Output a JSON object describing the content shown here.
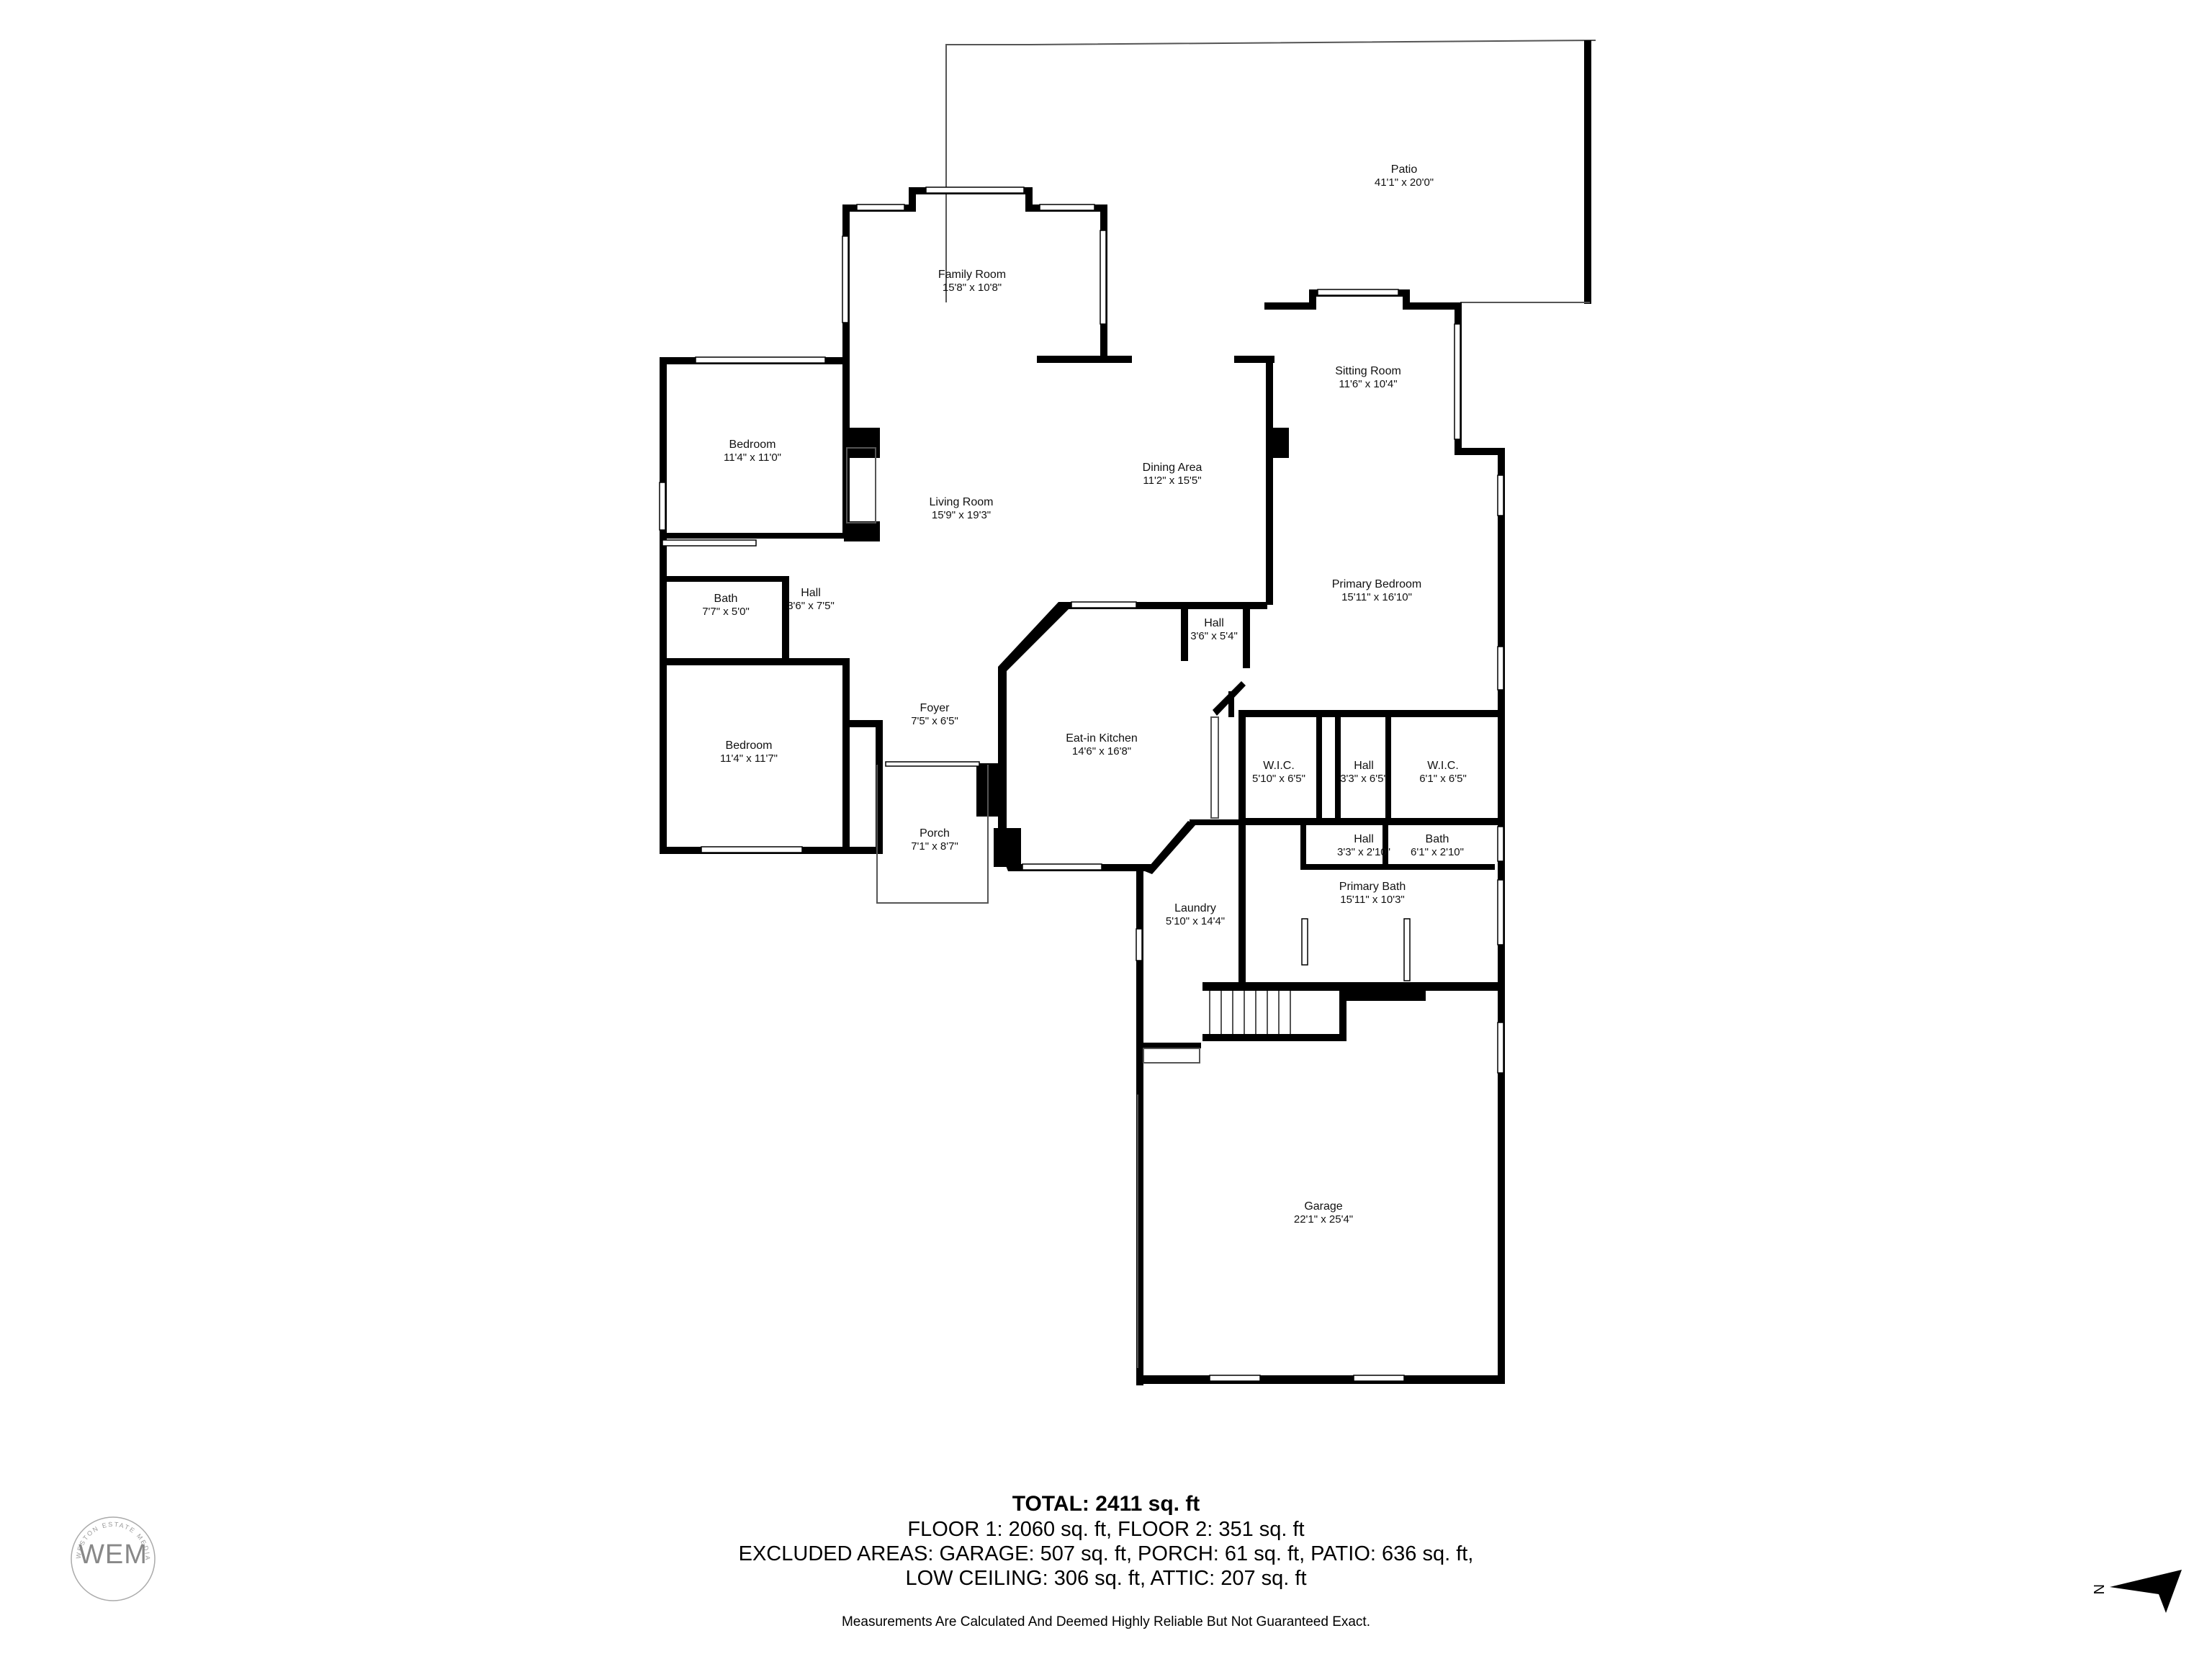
{
  "rooms": {
    "patio": {
      "name": "Patio",
      "dim": "41'1\" x 20'0\""
    },
    "family_room": {
      "name": "Family Room",
      "dim": "15'8\" x 10'8\""
    },
    "sitting_room": {
      "name": "Sitting Room",
      "dim": "11'6\" x 10'4\""
    },
    "bedroom_top": {
      "name": "Bedroom",
      "dim": "11'4\" x 11'0\""
    },
    "living_room": {
      "name": "Living Room",
      "dim": "15'9\" x 19'3\""
    },
    "dining_area": {
      "name": "Dining Area",
      "dim": "11'2\" x 15'5\""
    },
    "primary_bedroom": {
      "name": "Primary Bedroom",
      "dim": "15'11\" x 16'10\""
    },
    "bath_left": {
      "name": "Bath",
      "dim": "7'7\" x 5'0\""
    },
    "hall_left": {
      "name": "Hall",
      "dim": "3'6\" x 7'5\""
    },
    "hall_kitchen": {
      "name": "Hall",
      "dim": "3'6\" x 5'4\""
    },
    "foyer": {
      "name": "Foyer",
      "dim": "7'5\" x 6'5\""
    },
    "eatin_kitchen": {
      "name": "Eat-in Kitchen",
      "dim": "14'6\" x 16'8\""
    },
    "bedroom_bottom": {
      "name": "Bedroom",
      "dim": "11'4\" x 11'7\""
    },
    "wic_left": {
      "name": "W.I.C.",
      "dim": "5'10\" x 6'5\""
    },
    "hall_wic": {
      "name": "Hall",
      "dim": "3'3\" x 6'5\""
    },
    "wic_right": {
      "name": "W.I.C.",
      "dim": "6'1\" x 6'5\""
    },
    "porch": {
      "name": "Porch",
      "dim": "7'1\" x 8'7\""
    },
    "hall_bath": {
      "name": "Hall",
      "dim": "3'3\" x 2'10\""
    },
    "bath_right": {
      "name": "Bath",
      "dim": "6'1\" x 2'10\""
    },
    "primary_bath": {
      "name": "Primary Bath",
      "dim": "15'11\" x 10'3\""
    },
    "laundry": {
      "name": "Laundry",
      "dim": "5'10\" x 14'4\""
    },
    "garage": {
      "name": "Garage",
      "dim": "22'1\" x 25'4\""
    }
  },
  "summary": {
    "total": "TOTAL: 2411 sq. ft",
    "line1": "FLOOR 1: 2060 sq. ft, FLOOR 2: 351 sq. ft",
    "line2": "EXCLUDED AREAS: GARAGE: 507 sq. ft, PORCH: 61 sq. ft, PATIO: 636 sq. ft,",
    "line3": "LOW CEILING: 306 sq. ft, ATTIC: 207 sq. ft",
    "disclaimer": "Measurements Are Calculated And Deemed Highly Reliable But Not Guaranteed Exact."
  },
  "logo": {
    "text": "WEM",
    "ring_text": "WESTON ESTATE MEDIA"
  },
  "compass": {
    "label": "N",
    "icon": "north-arrow-icon"
  }
}
